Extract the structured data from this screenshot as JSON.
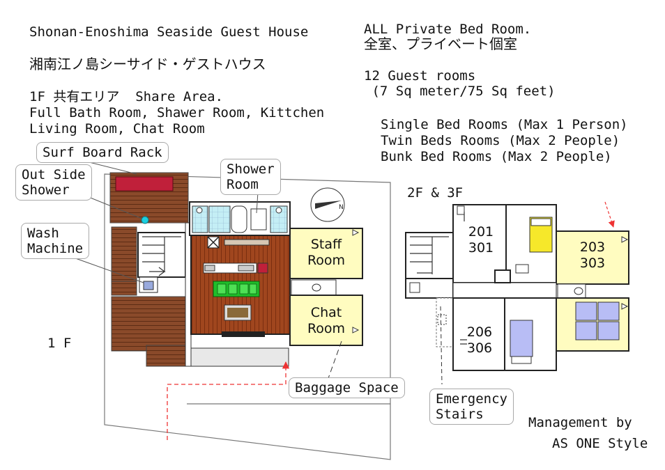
{
  "header": {
    "title_en": "Shonan-Enoshima Seaside Guest House",
    "title_jp": "湘南江ノ島シーサイド・ゲストハウス",
    "share_heading": "1F 共有エリア  Share Area.",
    "share_line1": "Full Bath Room, Shawer Room, Kittchen",
    "share_line2": "Living Room, Chat Room"
  },
  "info": {
    "private_en": "ALL Private Bed Room.",
    "private_jp": "全室、プライベート個室",
    "rooms_count": "12 Guest rooms",
    "rooms_size": " (7 Sq meter/75 Sq feet)",
    "single": "Single Bed Rooms (Max 1 Person)",
    "twin": "Twin Beds Rooms (Max 2 People)",
    "bunk": "Bunk Bed Rooms (Max 2 People)"
  },
  "callouts": {
    "surf_rack": "Surf Board Rack",
    "outside_shower": "Out Side\nShower",
    "wash_machine": "Wash\nMachine",
    "shower_room": "Shower\nRoom",
    "baggage": "Baggage Space",
    "emergency": "Emergency\nStairs"
  },
  "floor1": {
    "label": "1 F",
    "staff_room": "Staff\nRoom",
    "chat_room": "Chat\nRoom"
  },
  "floor23": {
    "label": "2F & 3F",
    "room_201_301": "201\n301",
    "room_203_303": "203\n303",
    "room_206_306": "206\n306"
  },
  "footer": {
    "management": "Management by",
    "company": "AS ONE Style"
  },
  "colors": {
    "floor_wood": "#a0461e",
    "deck_wood": "#8a4a2a",
    "room_yellow": "#fffcc0",
    "bed_yellow": "#f6e82a",
    "bed_blue": "#b8bdf5",
    "table_green": "#1fbe2a",
    "bath_cyan": "#c4eef5",
    "marker_cyan": "#1ccfe0",
    "dashed_red": "#e33"
  }
}
